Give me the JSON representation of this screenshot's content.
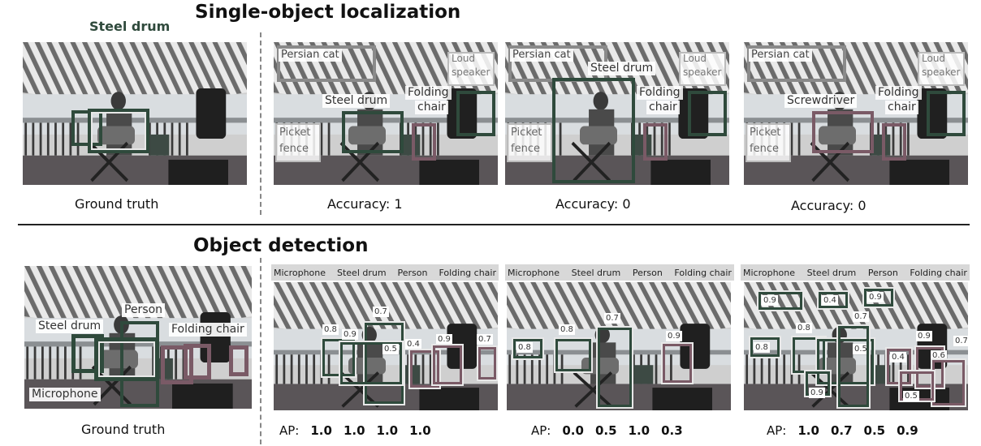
{
  "headings": {
    "localization": "Single-object localization",
    "detection": "Object detection"
  },
  "localization": {
    "gt_label": "Steel drum",
    "captions": [
      "Ground truth",
      "Accuracy: 1",
      "Accuracy: 0",
      "Accuracy: 0"
    ],
    "pred1": {
      "persian_cat": "Persian cat",
      "loud": "Loud",
      "speaker": "speaker",
      "steel_drum": "Steel drum",
      "folding": "Folding",
      "chair": "chair",
      "picket": "Picket",
      "fence": "fence"
    },
    "pred2": {
      "persian_cat": "Persian cat",
      "loud": "Loud",
      "speaker": "speaker",
      "steel_drum": "Steel drum",
      "folding": "Folding",
      "chair": "chair",
      "picket": "Picket",
      "fence": "fence"
    },
    "pred3": {
      "persian_cat": "Persian cat",
      "loud": "Loud",
      "speaker": "speaker",
      "screwdriver": "Screwdriver",
      "folding": "Folding",
      "chair": "chair",
      "picket": "Picket",
      "fence": "fence"
    }
  },
  "detection": {
    "gt_labels": {
      "person": "Person",
      "steel_drum": "Steel drum",
      "folding_chair": "Folding chair",
      "microphone": "Microphone"
    },
    "gt_caption": "Ground truth",
    "legend": [
      "Microphone",
      "Steel drum",
      "Person",
      "Folding chair"
    ],
    "ap_label": "AP:",
    "ap_values": [
      [
        "1.0",
        "1.0",
        "1.0",
        "1.0"
      ],
      [
        "0.0",
        "0.5",
        "1.0",
        "0.3"
      ],
      [
        "1.0",
        "0.7",
        "0.5",
        "0.9"
      ]
    ],
    "scores1": [
      "0.7",
      "0.8",
      "0.9",
      "0.4",
      "0.9",
      "0.7",
      "0.5"
    ],
    "scores2": [
      "0.8",
      "0.8",
      "0.7",
      "0.9"
    ],
    "scores3": [
      "0.9",
      "0.4",
      "0.9",
      "0.7",
      "0.8",
      "0.8",
      "0.9",
      "0.7",
      "0.5",
      "0.6",
      "0.4",
      "0.9",
      "0.5"
    ]
  },
  "colors": {
    "box_dark_green": "#2f4a3c",
    "box_light": "#e8e8e8",
    "box_mauve": "#7a5a66",
    "heading": "#111111"
  }
}
